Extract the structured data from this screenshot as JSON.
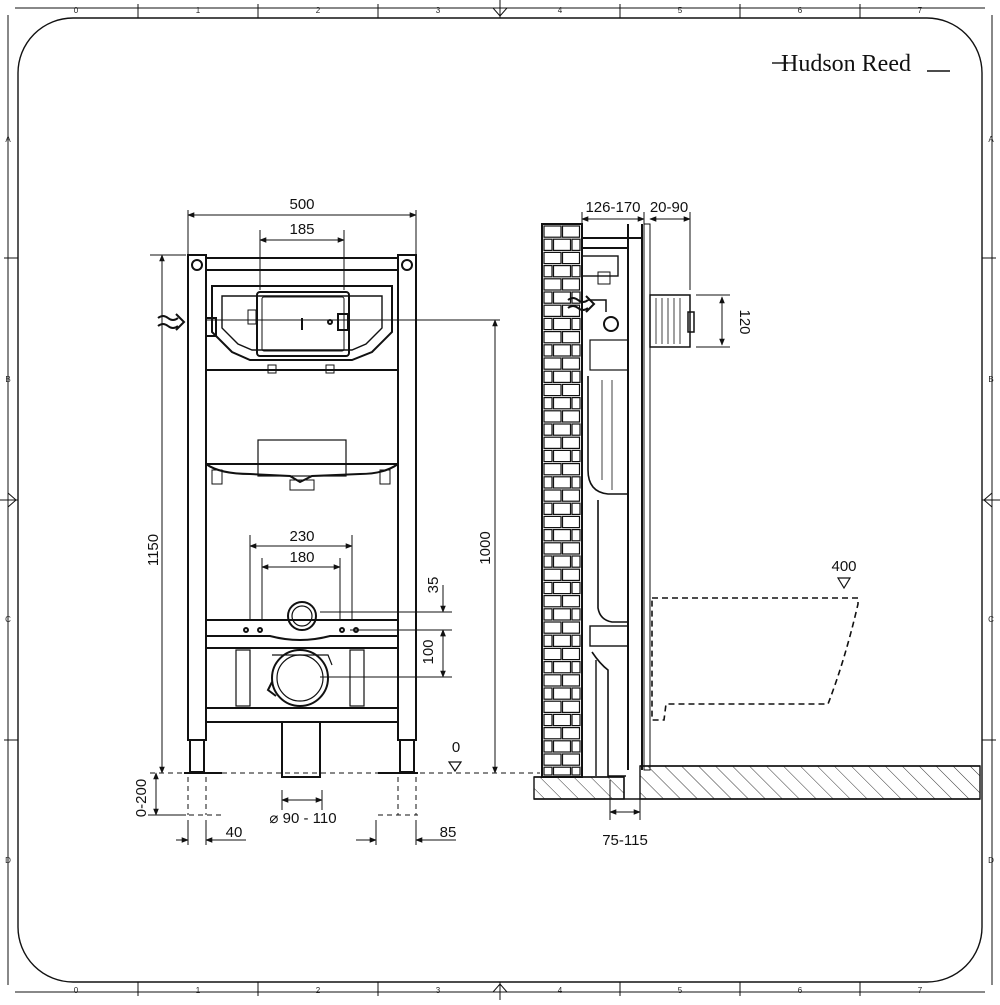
{
  "brand": {
    "name": "Hudson Reed"
  },
  "border": {
    "columns": [
      "0",
      "1",
      "2",
      "3",
      "4",
      "5",
      "6",
      "7"
    ],
    "rows": [
      "A",
      "B",
      "C",
      "D"
    ]
  },
  "dimensions": {
    "frame_width": "500",
    "flush_plate_width": "185",
    "outlet_spacing_outer": "230",
    "outlet_spacing_inner": "180",
    "frame_height": "1150",
    "outlet_height": "1000",
    "offset_35": "35",
    "offset_100": "100",
    "floor_level": "0",
    "foot_adjust": "0-200",
    "foot_40": "40",
    "foot_85": "85",
    "waste_diameter": "⌀ 90 - 110",
    "wall_depth": "126-170",
    "wall_finish": "20-90",
    "flush_pipe": "120",
    "pan_projection": "400",
    "floor_depth": "75-115"
  },
  "colors": {
    "line": "#1a1a1a",
    "hatch": "#333333",
    "paper": "#ffffff"
  }
}
